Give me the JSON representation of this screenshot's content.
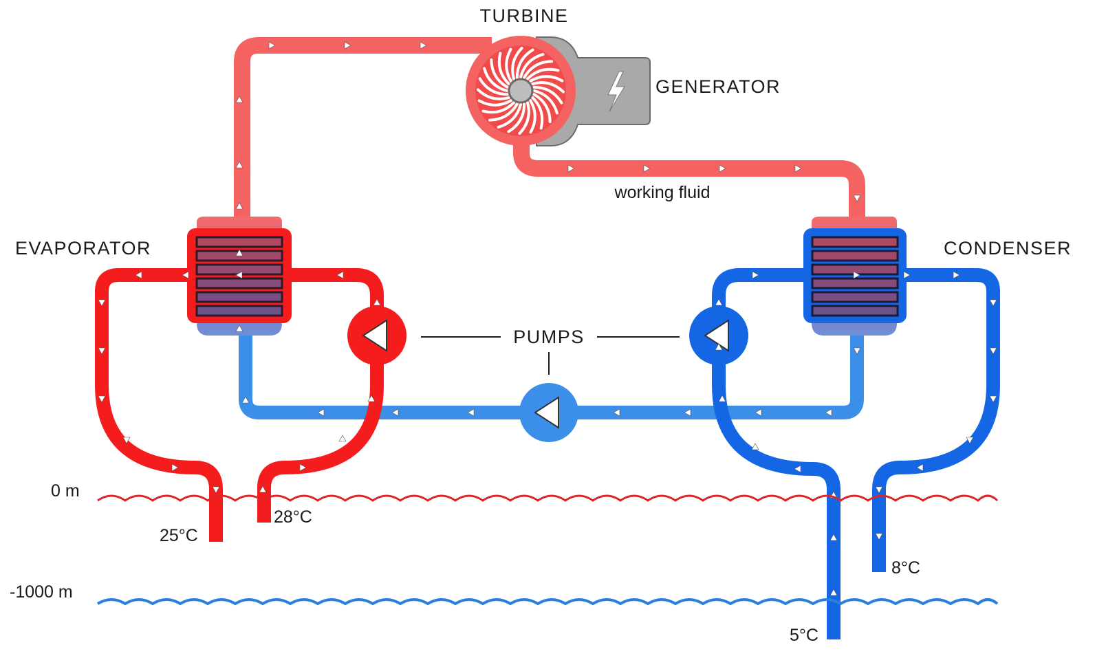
{
  "labels": {
    "turbine": "TURBINE",
    "generator": "GENERATOR",
    "evaporator": "EVAPORATOR",
    "condenser": "CONDENSER",
    "pumps": "PUMPS",
    "working_fluid": "working fluid",
    "surface_depth": "0 m",
    "deep_depth": "-1000 m",
    "warm_in_temp": "28°C",
    "warm_out_temp": "25°C",
    "cold_in_temp": "5°C",
    "cold_out_temp": "8°C"
  },
  "colors": {
    "warm_water": "#f41c1c",
    "cold_water": "#1566e4",
    "vapor": "#f56262",
    "liquid": "#3b8fe8",
    "generator": "#a9a9a9",
    "surface_line": "#e0252a",
    "deep_line": "#2a7fdc"
  },
  "icons": {
    "generator": "lightning-bolt-icon",
    "pump": "triangle-arrow-icon",
    "flow": "flow-arrow-icon"
  }
}
